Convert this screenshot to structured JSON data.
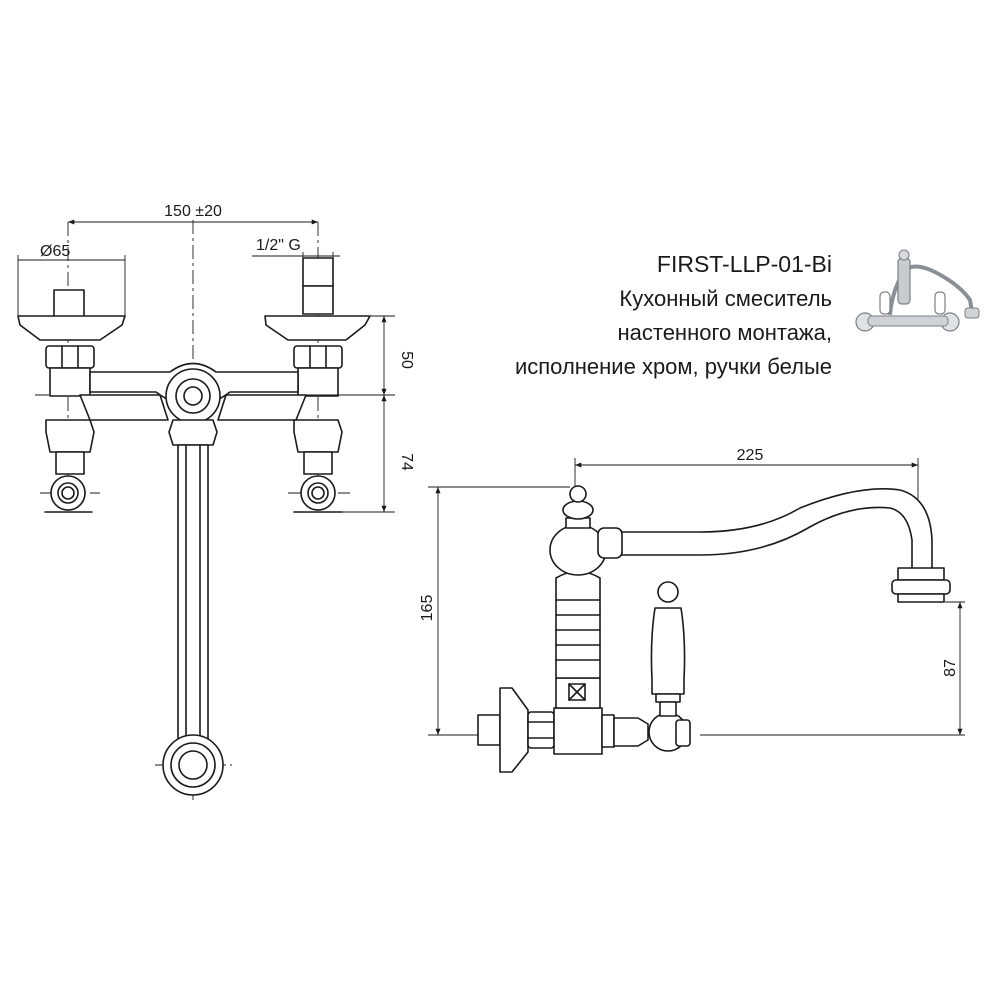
{
  "product": {
    "model": "FIRST-LLP-01-Bi",
    "description_lines": [
      "Кухонный смеситель",
      "настенного монтажа,",
      "исполнение хром, ручки белые"
    ]
  },
  "front_view": {
    "dim_width": "150 ±20",
    "dim_diameter": "Ø65",
    "dim_thread": "1/2\" G",
    "dim_height_top": "50",
    "dim_height_bottom": "74"
  },
  "side_view": {
    "dim_spout_reach": "225",
    "dim_total_height": "165",
    "dim_spout_height": "87"
  }
}
